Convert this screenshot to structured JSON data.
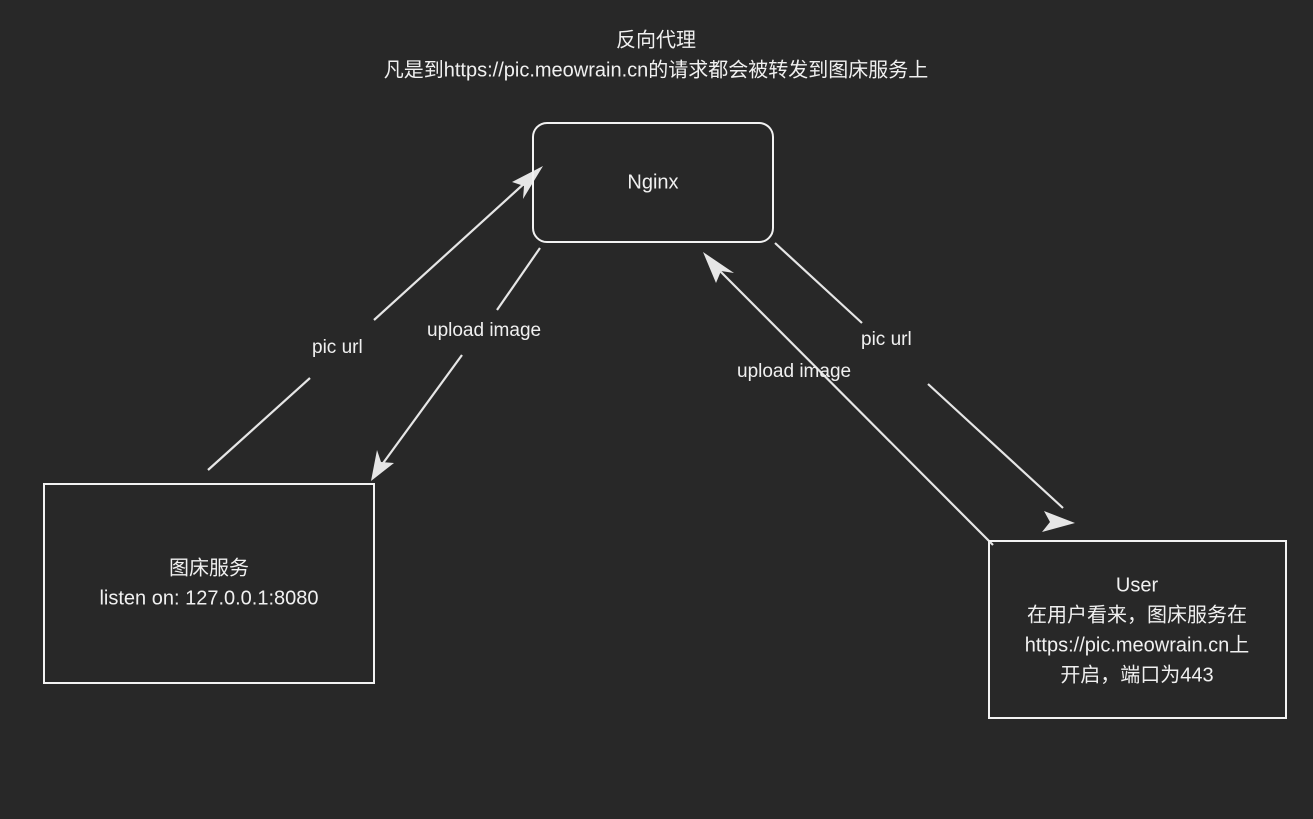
{
  "diagram": {
    "background_color": "#282828",
    "stroke_color": "#f2f2f2",
    "text_color": "#f0f0f0",
    "title": {
      "line1": "反向代理",
      "line2": "凡是到https://pic.meowrain.cn的请求都会被转发到图床服务上"
    },
    "nodes": {
      "nginx": {
        "label": "Nginx",
        "shape": "rounded-rect"
      },
      "image_service": {
        "line1": "图床服务",
        "line2": "listen on: 127.0.0.1:8080",
        "shape": "rect"
      },
      "user": {
        "line1": "User",
        "line2": "在用户看来，图床服务在",
        "line3": "https://pic.meowrain.cn上",
        "line4": "开启，端口为443",
        "shape": "rect"
      }
    },
    "edges": [
      {
        "id": "left-pic-url",
        "label": "pic url",
        "from": "image-service",
        "to": "nginx"
      },
      {
        "id": "left-upload-image",
        "label": "upload image",
        "from": "nginx",
        "to": "image-service"
      },
      {
        "id": "right-pic-url",
        "label": "pic url",
        "from": "nginx",
        "to": "user"
      },
      {
        "id": "right-upload-image",
        "label": "upload image",
        "from": "user",
        "to": "nginx"
      }
    ]
  }
}
